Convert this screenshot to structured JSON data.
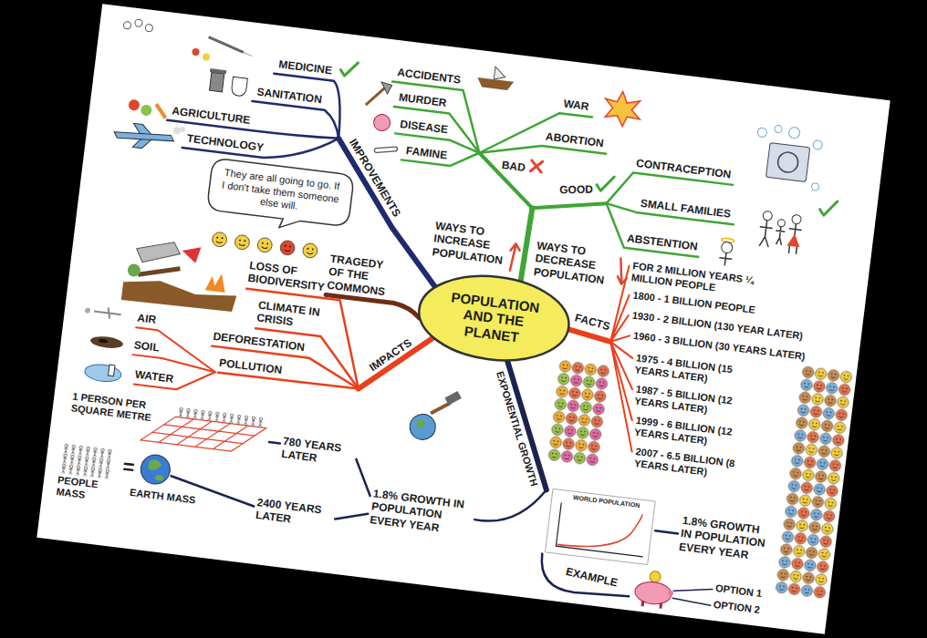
{
  "diagram": {
    "nodes": [
      {
        "text": [
          "They are all going to go. If I don't take them someone else will."
        ]
      },
      {
        "text": [
          "POPULATION AND THE PLANET"
        ]
      }
    ],
    "labels": [
      "MEDICINE",
      "SANITATION",
      "AGRICULTURE",
      "TECHNOLOGY",
      "IMPROVEMENTS",
      "WAYS TO INCREASE POPULATION",
      "ACCIDENTS",
      "MURDER",
      "DISEASE",
      "FAMINE",
      "WAR",
      "ABORTION",
      "BAD",
      "GOOD",
      "CONTRACEPTION",
      "SMALL FAMILIES",
      "ABSTENTION",
      "WAYS TO DECREASE POPULATION",
      "TRAGEDY OF THE COMMONS",
      "LOSS OF BIODIVERSITY",
      "CLIMATE IN CRISIS",
      "DEFORESTATION",
      "AIR",
      "SOIL",
      "WATER",
      "POLLUTION",
      "IMPACTS",
      "FACTS",
      "FOR 2 MILLION YEARS ¼ MILLION PEOPLE",
      "1800 - 1 BILLION PEOPLE",
      "1930 - 2 BILLION (130 YEAR LATER)",
      "1960 - 3 BILLION (30 YEARS LATER)",
      "1975 - 4 BILLION (15 YEARS LATER)",
      "1987 - 5 BILLION (12 YEARS LATER)",
      "1999 - 6 BILLION (12 YEARS LATER)",
      "2007 - 6.5 BILLION (8 YEARS LATER)",
      "EXPONENTIAL GROWTH",
      "WORLD POPULATION",
      "1.8% GROWTH IN POPULATION EVERY YEAR",
      "EXAMPLE",
      "OPTION 1",
      "OPTION 2",
      "1 PERSON PER SQUARE METRE",
      "780 YEARS LATER",
      "PEOPLE MASS",
      "=",
      "EARTH MASS",
      "2400 YEARS LATER",
      "1.8% GROWTH IN POPULATION EVERY YEAR"
    ]
  }
}
